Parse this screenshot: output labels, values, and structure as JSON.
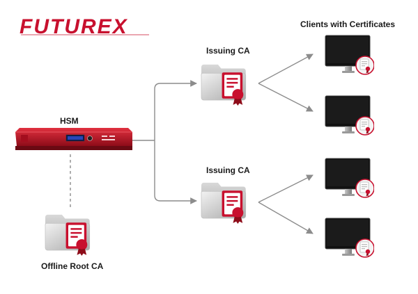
{
  "logo": {
    "text": "FUTUREX",
    "color": "#c8102e"
  },
  "labels": {
    "clients_header": "Clients with Certificates",
    "issuing_ca_top": "Issuing CA",
    "issuing_ca_bottom": "Issuing CA",
    "hsm": "HSM",
    "offline_root_ca": "Offline Root CA"
  },
  "icons": {
    "folder": "certificate-folder-icon",
    "monitor": "monitor-icon",
    "certificate": "certificate-badge-icon",
    "hsm": "hsm-appliance-icon"
  },
  "colors": {
    "accent_red": "#c8102e",
    "line_gray": "#8c8c8c",
    "monitor_black": "#111111"
  }
}
